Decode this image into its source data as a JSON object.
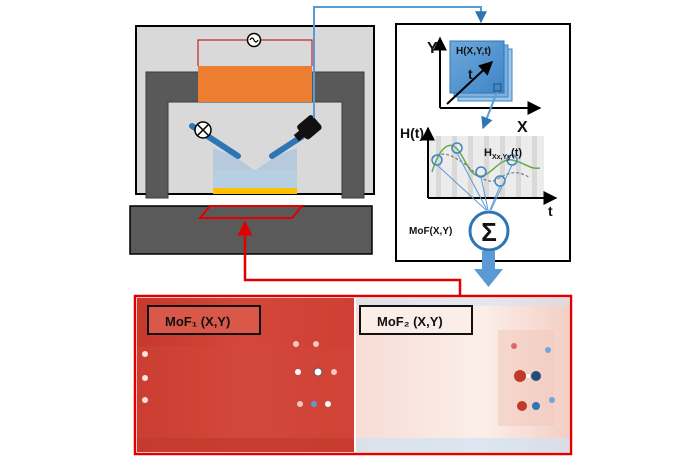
{
  "diagram": {
    "plot_labels": {
      "axis_y": "Y",
      "axis_x": "X",
      "axis_t": "t",
      "stack_label": "H(X,Y,t)",
      "time_axis_t": "t",
      "signal_label": "H(t)",
      "pixel_signal_main": "H",
      "pixel_signal_sub": "Xx,Yy",
      "pixel_signal_arg": "(t)",
      "sum_symbol": "Σ",
      "output_label": "MoF(X,Y)"
    },
    "maps": {
      "left_label": "MoF₁ (X,Y)",
      "right_label": "MoF₂ (X,Y)"
    }
  },
  "colors": {
    "chamber_gray": "#d9d9d9",
    "block_gray": "#595959",
    "stage_gray": "#5a5a5a",
    "heater_orange": "#ed7d31",
    "sample_yellow": "#ffc000",
    "window_blue": "#5b9bd5",
    "arrow_blue": "#2e75b6",
    "accent_red": "#e00000",
    "map_red": "#c0392b"
  }
}
